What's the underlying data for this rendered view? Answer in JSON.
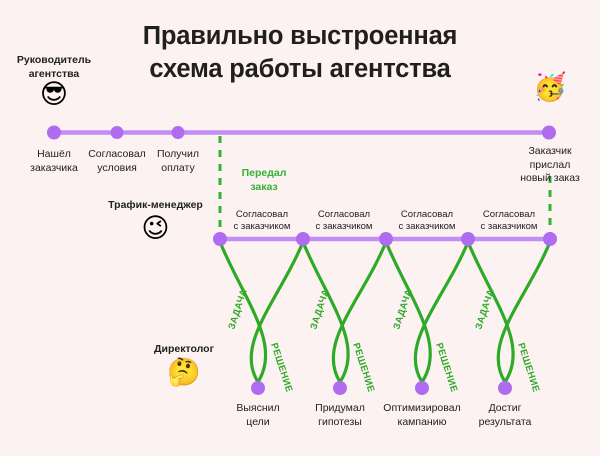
{
  "page": {
    "background_color": "#fdf2f2",
    "accent_purple": "#b06cf0",
    "accent_green": "#33b233",
    "text_color": "#212121"
  },
  "title": {
    "line1": "Правильно выстроенная",
    "line2": "схема работы агентства"
  },
  "roles": [
    {
      "id": "director",
      "label_line1": "Руководитель",
      "label_line2": "агентства",
      "emoji": "😎",
      "emoji_name": "sunglasses-face-emoji"
    },
    {
      "id": "traffic-manager",
      "label_line1": "Трафик-менеджер",
      "label_line2": "",
      "emoji": "😉",
      "emoji_name": "winking-face-emoji"
    },
    {
      "id": "directologist",
      "label_line1": "Директолог",
      "label_line2": "",
      "emoji": "🤔",
      "emoji_name": "thinking-face-emoji"
    },
    {
      "id": "client",
      "label_line1": "",
      "label_line2": "",
      "emoji": "🥳",
      "emoji_name": "partying-face-emoji"
    }
  ],
  "top_timeline": {
    "nodes": [
      {
        "label_line1": "Нашёл",
        "label_line2": "заказчика"
      },
      {
        "label_line1": "Согласовал",
        "label_line2": "условия"
      },
      {
        "label_line1": "Получил",
        "label_line2": "оплату"
      },
      {
        "label_line1": "Заказчик",
        "label_line2": "прислал",
        "label_line3": "новый заказ"
      }
    ]
  },
  "handoff": {
    "label_line1": "Передал",
    "label_line2": "заказ"
  },
  "mid_timeline": {
    "segment_label_line1": "Согласовал",
    "segment_label_line2": "с заказчиком",
    "segments": [
      {
        "label_line1": "Согласовал",
        "label_line2": "с заказчиком"
      },
      {
        "label_line1": "Согласовал",
        "label_line2": "с заказчиком"
      },
      {
        "label_line1": "Согласовал",
        "label_line2": "с заказчиком"
      },
      {
        "label_line1": "Согласовал",
        "label_line2": "с заказчиком"
      }
    ]
  },
  "loops": [
    {
      "task_label": "ЗАДАЧА",
      "solution_label": "РЕШЕНИЕ",
      "bottom_line1": "Выяснил",
      "bottom_line2": "цели"
    },
    {
      "task_label": "ЗАДАЧА",
      "solution_label": "РЕШЕНИЕ",
      "bottom_line1": "Придумал",
      "bottom_line2": "гипотезы"
    },
    {
      "task_label": "ЗАДАЧА",
      "solution_label": "РЕШЕНИЕ",
      "bottom_line1": "Оптимизировал",
      "bottom_line2": "кампанию"
    },
    {
      "task_label": "ЗАДАЧА",
      "solution_label": "РЕШЕНИЕ",
      "bottom_line1": "Достиг",
      "bottom_line2": "результата"
    }
  ]
}
